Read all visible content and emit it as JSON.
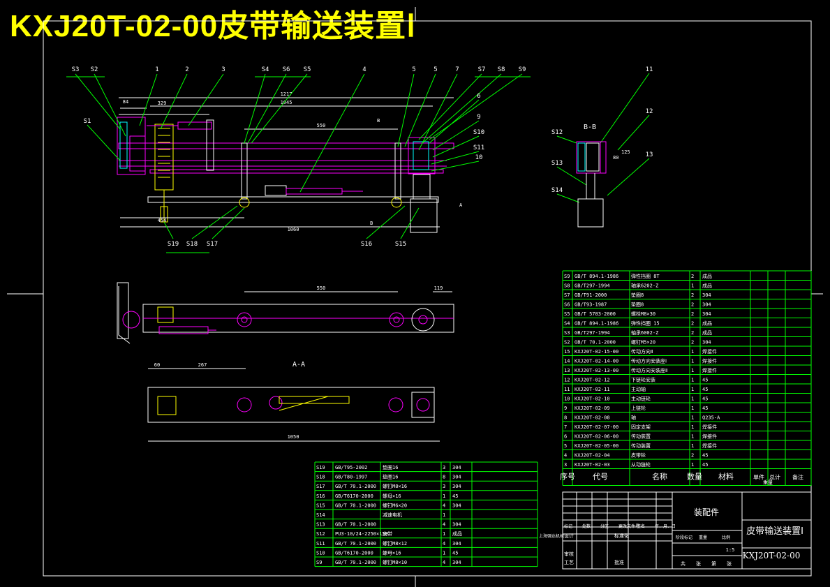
{
  "title": "KXJ20T-02-00皮带输送装置Ⅰ",
  "colors": {
    "bg": "#000000",
    "title": "#ffff00",
    "line": "#ffffff",
    "part": "#ff00ff",
    "table": "#00ff00",
    "leader": "#00ff00",
    "dim": "#ffffff",
    "accent": "#ffff00",
    "cyan": "#00ffff"
  },
  "view_labels": {
    "b_b": "B-B",
    "a_a": "A-A",
    "b_marker_top": "B",
    "b_marker_bottom": "B",
    "a_marker": "A"
  },
  "callouts_top": [
    "S3",
    "S2",
    "1",
    "2",
    "3",
    "S4",
    "S6",
    "S5",
    "4",
    "5",
    "5",
    "7",
    "S7",
    "S8",
    "S9"
  ],
  "callouts_side": [
    "S1",
    "6",
    "9",
    "S10",
    "S11",
    "10",
    "11",
    "12",
    "13",
    "S12",
    "S13",
    "S14"
  ],
  "callouts_bottom": [
    "S19",
    "S18",
    "S17",
    "S16",
    "S15"
  ],
  "dimensions": {
    "front_overall": "1217",
    "front_inner": "1045",
    "front_mid": "550",
    "front_base": "1060",
    "front_left_a": "84",
    "front_left_b": "329",
    "front_left_c": "454",
    "plan_top_mid": "550",
    "plan_top_right": "119",
    "bottom_left_a": "60",
    "bottom_left_b": "267",
    "bottom_base": "1050",
    "side_a": "80",
    "side_b": "125"
  },
  "parts_list_right": [
    [
      "S9",
      "GB/T 894.1-1986",
      "弹性挡圈 8T",
      "2",
      "成品"
    ],
    [
      "S8",
      "GB/T297-1994",
      "轴承6202-Z",
      "1",
      "成品"
    ],
    [
      "S7",
      "GB/T91-2000",
      "垫圈8",
      "2",
      "304"
    ],
    [
      "S6",
      "GB/T93-1987",
      "垫圈8",
      "2",
      "304"
    ],
    [
      "S5",
      "GB/T 5783-2000",
      "螺栓M8×30",
      "2",
      "304"
    ],
    [
      "S4",
      "GB/T 894.1-1986",
      "弹性挡圈 15",
      "2",
      "成品"
    ],
    [
      "S3",
      "GB/T297-1994",
      "轴承6002-Z",
      "2",
      "成品"
    ],
    [
      "S2",
      "GB/T 70.1-2000",
      "螺钉M5×20",
      "2",
      "304"
    ],
    [
      "15",
      "KXJ20T-02-15-00",
      "传动方向Ⅱ",
      "1",
      "焊接件"
    ],
    [
      "14",
      "KXJ20T-02-14-00",
      "传动方向安装座Ⅰ",
      "1",
      "焊接件"
    ],
    [
      "13",
      "KXJ20T-02-13-00",
      "传动方向安装座Ⅱ",
      "1",
      "焊接件"
    ],
    [
      "12",
      "KXJ20T-02-12",
      "下链轮安装",
      "1",
      "45"
    ],
    [
      "11",
      "KXJ20T-02-11",
      "主动轴",
      "1",
      "45"
    ],
    [
      "10",
      "KXJ20T-02-10",
      "主动链轮",
      "1",
      "45"
    ],
    [
      "9",
      "KXJ20T-02-09",
      "上链轮",
      "1",
      "45"
    ],
    [
      "8",
      "KXJ20T-02-08",
      "轴",
      "1",
      "Q235-A"
    ],
    [
      "7",
      "KXJ20T-02-07-00",
      "固定支架",
      "1",
      "焊接件"
    ],
    [
      "6",
      "KXJ20T-02-06-00",
      "传动装置",
      "1",
      "焊接件"
    ],
    [
      "5",
      "KXJ20T-02-05-00",
      "传动装置",
      "1",
      "焊接件"
    ],
    [
      "4",
      "KXJ20T-02-04",
      "皮带轮",
      "2",
      "45"
    ],
    [
      "3",
      "KXJ20T-02-03",
      "从动链轮",
      "1",
      "45"
    ]
  ],
  "parts_list_header": [
    "序号",
    "代号",
    "名称",
    "数量",
    "材料",
    "单件",
    "总计",
    "备注"
  ],
  "parts_list_header_sub": "重量",
  "parts_list_left": [
    [
      "S19",
      "GB/T95-2002",
      "垫圈16",
      "3",
      "304"
    ],
    [
      "S18",
      "GB/T80-1997",
      "垫圈16",
      "8",
      "304"
    ],
    [
      "S17",
      "GB/T 70.1-2000",
      "螺钉M8×16",
      "3",
      "304"
    ],
    [
      "S16",
      "GB/T6170-2000",
      "螺母×16",
      "1",
      "45"
    ],
    [
      "S15",
      "GB/T 70.1-2000",
      "螺钉M6×20",
      "4",
      "304"
    ],
    [
      "S14",
      "",
      "减速电机",
      "1",
      ""
    ],
    [
      "S13",
      "GB/T 70.1-2000",
      "",
      "4",
      "304"
    ],
    [
      "S12",
      "PU3-10/24-2250×150",
      "皮带",
      "1",
      "成品"
    ],
    [
      "S11",
      "GB/T 70.1-2000",
      "螺钉M8×12",
      "4",
      "304"
    ],
    [
      "S10",
      "GB/T6170-2000",
      "螺母×16",
      "1",
      "45"
    ],
    [
      "S9",
      "GB/T 70.1-2000",
      "螺钉M8×10",
      "4",
      "304"
    ]
  ],
  "title_block": {
    "assembly_label": "装配件",
    "drawing_name": "皮带输送装置Ⅰ",
    "drawing_code": "KXJ20T-02-00",
    "scale": "1:5",
    "row_labels": [
      "标记",
      "处数",
      "分区",
      "更改文件号",
      "签名",
      "年、月、日"
    ],
    "design": "设计",
    "standardize": "标准化",
    "review": "审核",
    "process": "工艺",
    "approve": "批准",
    "stage_labels": [
      "阶段标记",
      "重量",
      "比例"
    ],
    "sheet_labels": [
      "共",
      "张",
      "第",
      "张"
    ],
    "left_note": "上海强达机械"
  }
}
